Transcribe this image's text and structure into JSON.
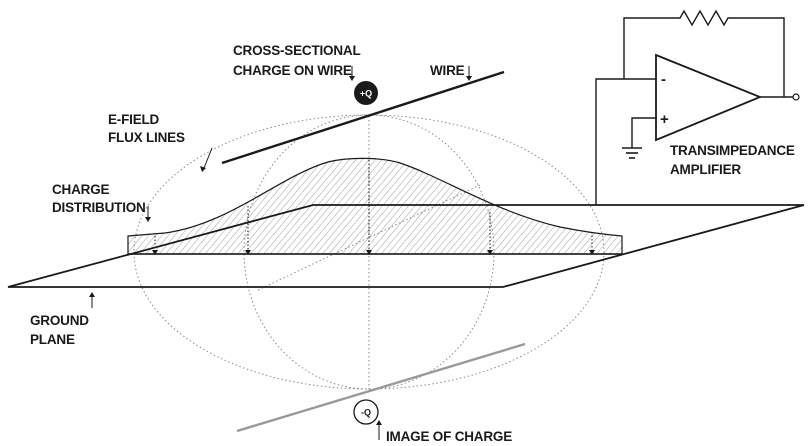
{
  "labels": {
    "cross_sectional_1": "CROSS-SECTIONAL",
    "cross_sectional_2": "CHARGE ON WIRE",
    "wire": "WIRE",
    "efield_1": "E-FIELD",
    "efield_2": "FLUX LINES",
    "charge_dist_1": "CHARGE",
    "charge_dist_2": "DISTRIBUTION",
    "ground_plane_1": "GROUND",
    "ground_plane_2": "PLANE",
    "image_of_charge": "IMAGE OF CHARGE",
    "amplifier_1": "TRANSIMPEDANCE",
    "amplifier_2": "AMPLIFIER"
  },
  "charges": {
    "positive": "+Q",
    "negative": "-Q"
  },
  "opamp": {
    "minus": "-",
    "plus": "+"
  },
  "colors": {
    "ink": "#1a1a1a",
    "image_wire": "#9a9a9a",
    "dotted": "#8a8a8a"
  }
}
